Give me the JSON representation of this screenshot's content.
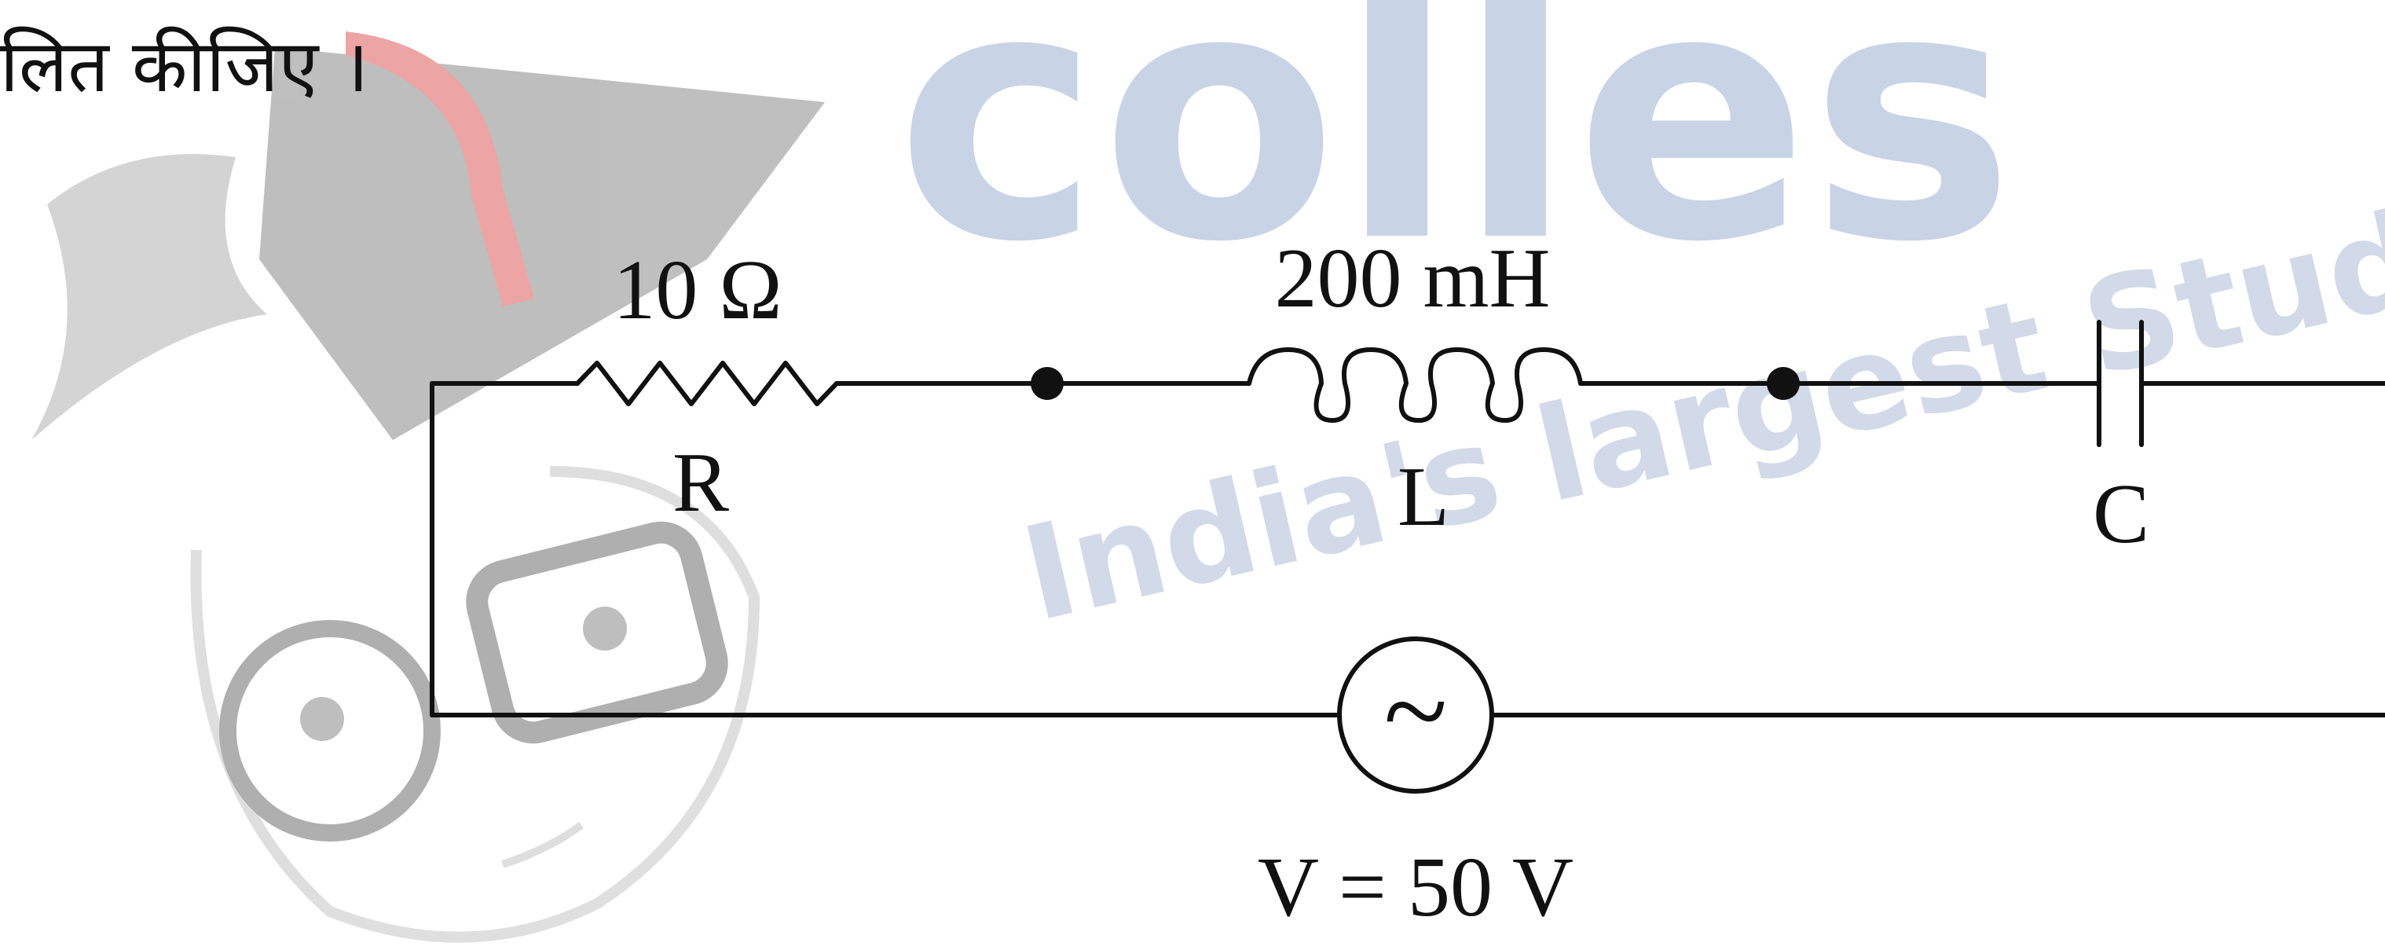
{
  "question_text": "लित कीजिए ।",
  "circuit": {
    "resistor": {
      "value_label": "10 Ω",
      "symbol": "R"
    },
    "inductor": {
      "value_label": "200 mH",
      "symbol": "L"
    },
    "capacitor": {
      "symbol": "C"
    },
    "source": {
      "label": "V = 50 V",
      "symbol": "~"
    }
  },
  "watermark": {
    "brand": "colles",
    "tagline": "India's largest Student",
    "colors": {
      "text": "#c9d3e6",
      "cap": "#7d7d7d",
      "face_outline": "#b8b8b8",
      "tassel": "#e05a5a"
    }
  }
}
